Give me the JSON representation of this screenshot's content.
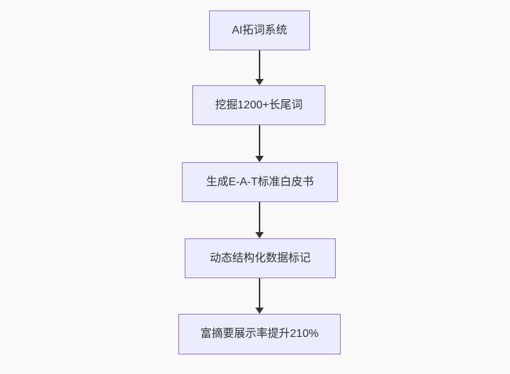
{
  "flowchart": {
    "type": "flowchart",
    "direction": "top-down",
    "nodes": [
      {
        "id": "n1",
        "label": "AI拓词系统"
      },
      {
        "id": "n2",
        "label": "挖掘1200+长尾词"
      },
      {
        "id": "n3",
        "label": "生成E-A-T标准白皮书"
      },
      {
        "id": "n4",
        "label": "动态结构化数据标记"
      },
      {
        "id": "n5",
        "label": "富摘要展示率提升210%"
      }
    ],
    "edges": [
      {
        "from": "n1",
        "to": "n2"
      },
      {
        "from": "n2",
        "to": "n3"
      },
      {
        "from": "n3",
        "to": "n4"
      },
      {
        "from": "n4",
        "to": "n5"
      }
    ],
    "colors": {
      "background": "#f8f8f8",
      "node_fill": "#ECECFF",
      "node_border": "#9370DB",
      "text": "#333333",
      "arrow": "#333333"
    }
  }
}
